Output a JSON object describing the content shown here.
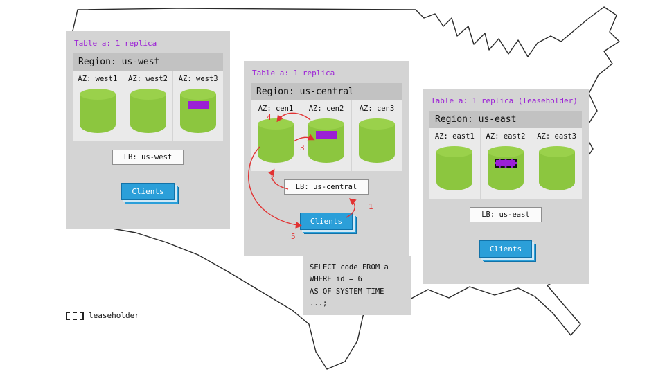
{
  "regions": [
    {
      "id": "us-west",
      "table_label": "Table a: 1 replica",
      "region_label": "Region: us-west",
      "azs": [
        {
          "label": "AZ: west1",
          "range": "none"
        },
        {
          "label": "AZ: west2",
          "range": "none"
        },
        {
          "label": "AZ: west3",
          "range": "replica"
        }
      ],
      "lb_label": "LB: us-west",
      "clients_label": "Clients"
    },
    {
      "id": "us-central",
      "table_label": "Table a: 1 replica",
      "region_label": "Region: us-central",
      "azs": [
        {
          "label": "AZ: cen1",
          "range": "none"
        },
        {
          "label": "AZ: cen2",
          "range": "replica"
        },
        {
          "label": "AZ: cen3",
          "range": "none"
        }
      ],
      "lb_label": "LB: us-central",
      "clients_label": "Clients"
    },
    {
      "id": "us-east",
      "table_label": "Table a: 1 replica (leaseholder)",
      "region_label": "Region: us-east",
      "azs": [
        {
          "label": "AZ: east1",
          "range": "none"
        },
        {
          "label": "AZ: east2",
          "range": "leaseholder"
        },
        {
          "label": "AZ: east3",
          "range": "none"
        }
      ],
      "lb_label": "LB: us-east",
      "clients_label": "Clients"
    }
  ],
  "flow_steps": {
    "s1": "1",
    "s2": "2",
    "s3": "3",
    "s4": "4",
    "s5": "5"
  },
  "sql": {
    "line1": "SELECT code FROM a",
    "line2": "WHERE id = 6",
    "line3": "AS OF SYSTEM TIME ...;"
  },
  "legend": {
    "label": "leaseholder"
  },
  "colors": {
    "replica_green": "#8cc63f",
    "range_purple": "#9b1fd6",
    "caption_purple": "#9b1fd6",
    "client_blue": "#2b9fd9",
    "arrow_red": "#e23232",
    "panel_gray": "#d4d4d4"
  }
}
